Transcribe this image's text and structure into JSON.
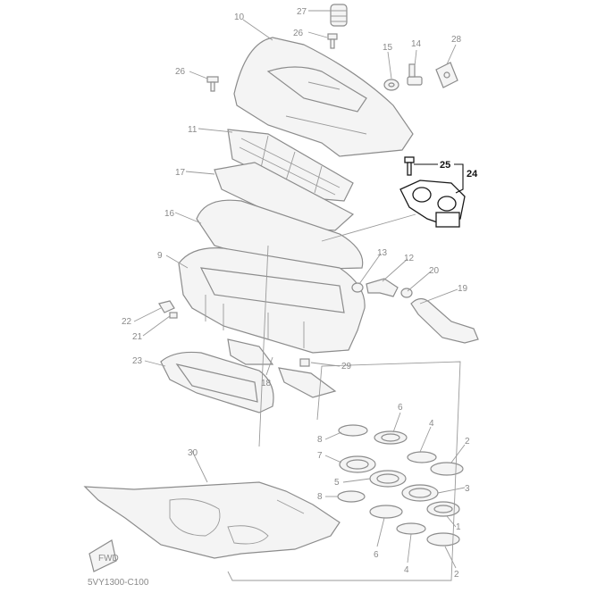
{
  "diagram": {
    "part_code": "5VY1300-C100",
    "fwd_label": "FWD",
    "callouts": [
      "10",
      "27",
      "26",
      "15",
      "14",
      "28",
      "26",
      "11",
      "17",
      "16",
      "25",
      "24",
      "9",
      "13",
      "12",
      "20",
      "19",
      "22",
      "21",
      "23",
      "18",
      "29",
      "6",
      "8",
      "4",
      "2",
      "7",
      "5",
      "3",
      "8",
      "1",
      "6",
      "4",
      "2",
      "30"
    ]
  }
}
